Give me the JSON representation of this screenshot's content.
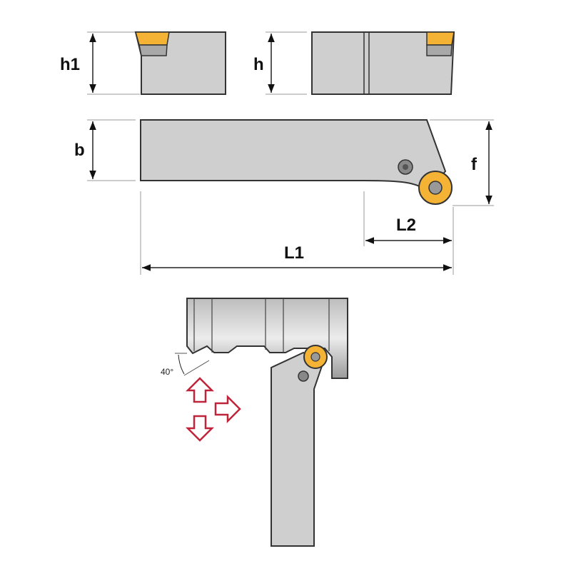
{
  "labels": {
    "h1": "h1",
    "h": "h",
    "b": "b",
    "f": "f",
    "L2": "L2",
    "L1": "L1",
    "angle": "40°"
  },
  "colors": {
    "insert": "#f5b335",
    "body": "#cfcfcf",
    "outline": "#333333",
    "direction_arrows": "#c0243a"
  }
}
